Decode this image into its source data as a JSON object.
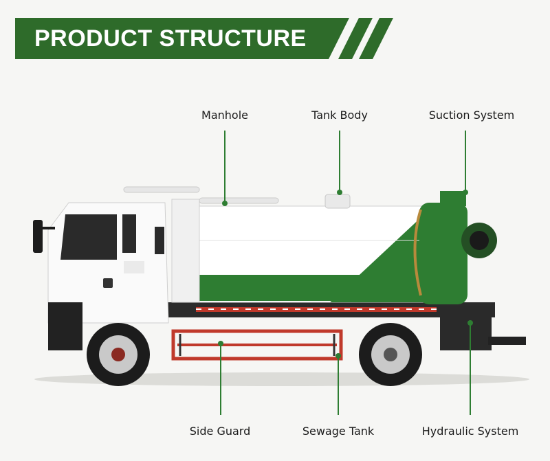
{
  "banner": {
    "title": "PRODUCT STRUCTURE"
  },
  "labels": {
    "manhole": "Manhole",
    "tank_body": "Tank Body",
    "suction_system": "Suction System",
    "side_guard": "Side Guard",
    "sewage_tank": "Sewage Tank",
    "hydraulic_system": "Hydraulic System"
  },
  "colors": {
    "accent": "#2e7d32",
    "banner": "#2e6b2a",
    "guard": "#c0392b",
    "tank": "#ffffff"
  }
}
